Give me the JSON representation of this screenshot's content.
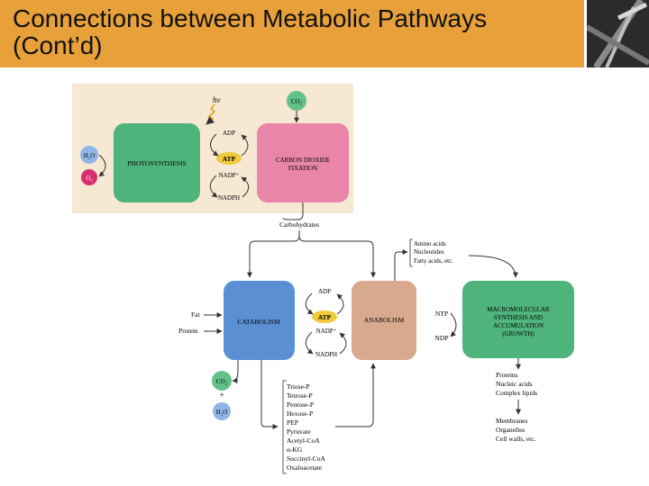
{
  "slide": {
    "title_line1": "Connections between Metabolic Pathways",
    "title_line2": "(Cont’d)"
  },
  "diagram": {
    "light": "hν",
    "co2_top": "CO₂",
    "h2o_left": "H₂O",
    "o2_left": "O₂",
    "photosynthesis": "PHOTOSYNTHESIS",
    "adp_top": "ADP",
    "atp_top": "ATP",
    "nadp_top": "NADP⁺",
    "nadph_top": "NADPH",
    "carbon_line1": "CARBON DIOXIDE",
    "carbon_line2": "FIXATION",
    "carbohydrates": "Carbohydrates",
    "precursors": [
      "Amino acids",
      "Nucleotides",
      "Fatty acids, etc."
    ],
    "fat": "Fat",
    "protein": "Protein",
    "catabolism": "CATABOLISM",
    "adp_mid": "ADP",
    "atp_mid": "ATP",
    "nadp_mid": "NADP⁺",
    "nadph_mid": "NADPH",
    "anabolism": "ANABOLISM",
    "ntp": "NTP",
    "ndp": "NDP",
    "macro_lines": [
      "MACROMOLECULAR",
      "SYNTHESIS AND",
      "ACCUMULATION",
      "(GROWTH)"
    ],
    "co2_bottom": "CO₂",
    "plus": "+",
    "h2o_bottom": "H₂O",
    "intermediates": [
      "Triose-P",
      "Tetrose-P",
      "Pentose-P",
      "Hexose-P",
      "PEP",
      "Pyruvate",
      "Acetyl-CoA",
      "α-KG",
      "Succinyl-CoA",
      "Oxaloacetate"
    ],
    "macromolecules": [
      "Proteins",
      "Nucleic acids",
      "Complex lipids"
    ],
    "structures": [
      "Membranes",
      "Organelles",
      "Cell walls, etc."
    ]
  },
  "colors": {
    "header": "#e8a13a",
    "photo_panel": "#f6e8d3",
    "photosynthesis_box": "#4fb37c",
    "carbon_fixation_box": "#e985a8",
    "catabolism_box": "#5b8fd4",
    "anabolism_box": "#d8a98e",
    "macromolecular_box": "#4fb37c",
    "atp_badge": "#f2cb3a",
    "water": "#8fb6e6",
    "oxygen": "#d62f6f",
    "co2": "#62c089"
  }
}
